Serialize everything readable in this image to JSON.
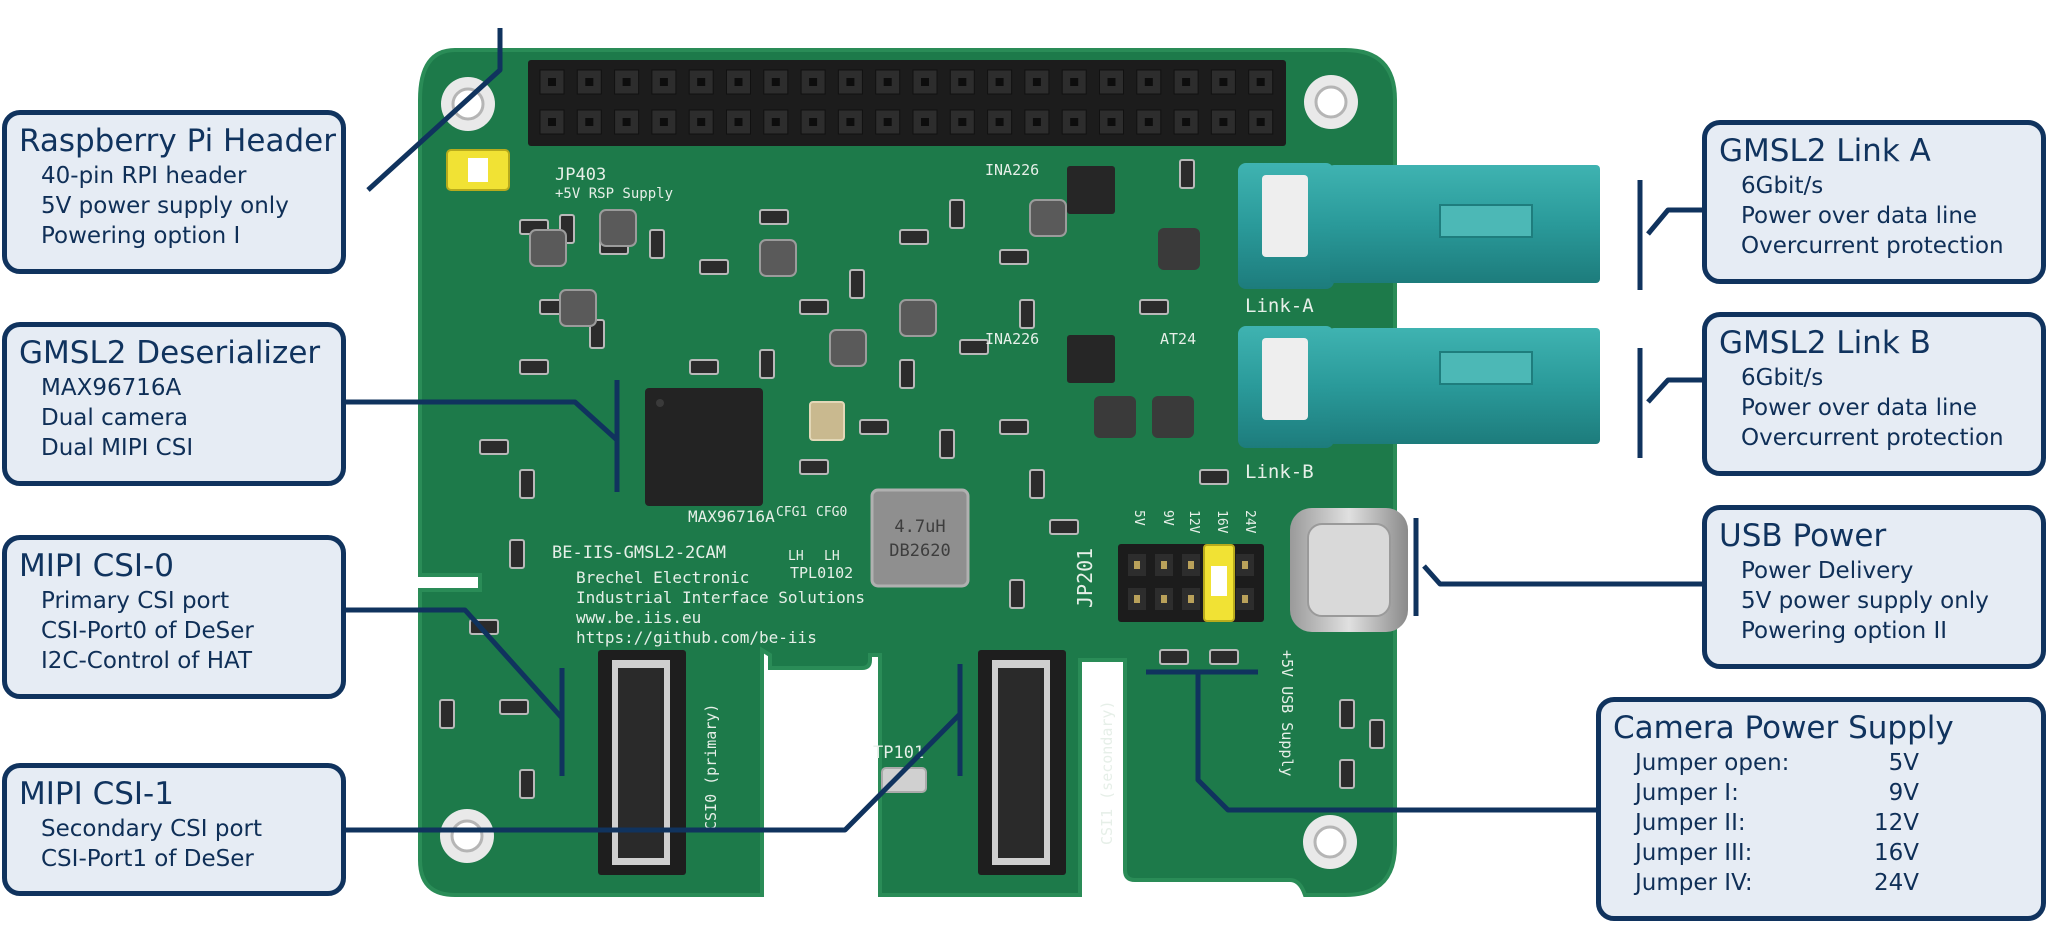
{
  "colors": {
    "pcb": "#1d7a4a",
    "pcb_edge": "#2a8c57",
    "callout_border": "#10335e",
    "callout_fill": "#e6ecf4",
    "connector_teal": "#2a9a9a",
    "jumper_yellow": "#f1e234",
    "header_black": "#1c1c1c"
  },
  "board": {
    "silk_jp403": "JP403",
    "silk_rsp_supply": "+5V RSP Supply",
    "silk_ina_a": "INA226",
    "silk_ina_b": "INA226",
    "silk_at24": "AT24",
    "silk_link_a": "Link-A",
    "silk_link_b": "Link-B",
    "silk_chip": "MAX96716A",
    "silk_cfg1": "CFG1",
    "silk_cfg0": "CFG0",
    "silk_lh1": "LH",
    "silk_lh2": "LH",
    "silk_inductor_1": "4.7uH",
    "silk_inductor_2": "DB2620",
    "silk_tpl": "TPL0102",
    "silk_board_name": "BE-IIS-GMSL2-2CAM",
    "silk_company_1": "Brechel Electronic",
    "silk_company_2": "Industrial Interface Solutions",
    "silk_web": "www.be.iis.eu",
    "silk_github": "https://github.com/be-iis",
    "silk_jp201": "JP201",
    "silk_5v": "5V",
    "silk_9v": "9V",
    "silk_12v": "12V",
    "silk_16v": "16V",
    "silk_24v": "24V",
    "silk_usb_supply": "+5V USB Supply",
    "silk_tp101": "TP101",
    "silk_csi0": "CSI0 (primary)",
    "silk_csi1": "CSI1 (secondary)"
  },
  "callouts": {
    "rpi": {
      "title": "Raspberry Pi Header",
      "items": [
        "40-pin RPI header",
        "5V power supply only",
        "Powering option I"
      ]
    },
    "deser": {
      "title": "GMSL2 Deserializer",
      "items": [
        "MAX96716A",
        "Dual camera",
        "Dual MIPI CSI"
      ]
    },
    "csi0": {
      "title": "MIPI CSI-0",
      "items": [
        "Primary CSI port",
        "CSI-Port0 of DeSer",
        "I2C-Control of HAT"
      ]
    },
    "csi1": {
      "title": "MIPI CSI-1",
      "items": [
        "Secondary CSI port",
        "CSI-Port1 of DeSer"
      ]
    },
    "link_a": {
      "title": "GMSL2 Link A",
      "items": [
        "6Gbit/s",
        "Power over data line",
        "Overcurrent protection"
      ]
    },
    "link_b": {
      "title": "GMSL2 Link B",
      "items": [
        "6Gbit/s",
        "Power over data line",
        "Overcurrent protection"
      ]
    },
    "usb": {
      "title": "USB Power",
      "items": [
        "Power Delivery",
        "5V power supply only",
        "Powering option II"
      ]
    },
    "cam_supply": {
      "title": "Camera Power Supply",
      "rows": [
        {
          "label": "Jumper open:",
          "value": "5V"
        },
        {
          "label": "Jumper I:",
          "value": "9V"
        },
        {
          "label": "Jumper II:",
          "value": "12V"
        },
        {
          "label": "Jumper III:",
          "value": "16V"
        },
        {
          "label": "Jumper IV:",
          "value": "24V"
        }
      ]
    }
  }
}
